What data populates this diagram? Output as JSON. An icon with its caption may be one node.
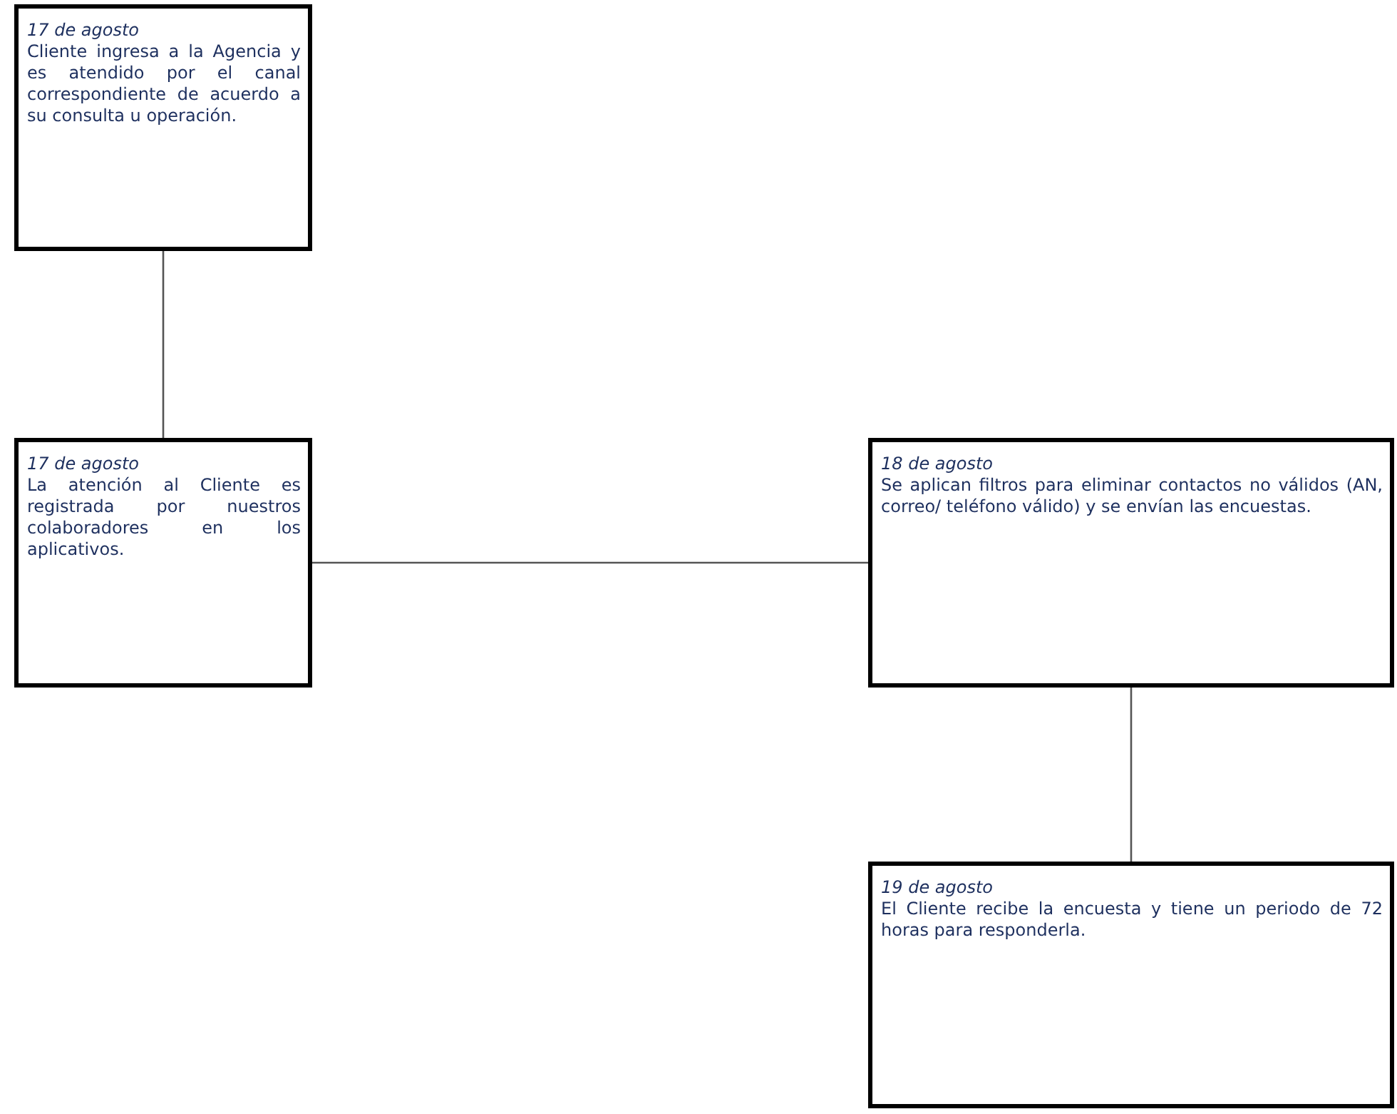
{
  "diagram": {
    "nodes": [
      {
        "text": [
          "17 de agosto",
          "Cliente ingresa a la Agencia y es atendido por el canal correspondiente de acuerdo a su consulta u operación."
        ]
      },
      {
        "text": [
          "17 de agosto",
          "La atención al Cliente es registrada por nuestros colaboradores en los aplicativos."
        ]
      },
      {
        "text": [
          "18 de agosto",
          "Se aplican filtros para eliminar contactos no válidos (AN, correo/ teléfono válido) y se envían las encuestas."
        ]
      },
      {
        "text": [
          "19 de agosto",
          "El Cliente recibe la encuesta y tiene un periodo de 72 horas para responderla."
        ]
      }
    ],
    "edges": [
      {
        "from": 0,
        "to": 1,
        "arrow": "none"
      },
      {
        "from": 1,
        "to": 2,
        "arrow": "none"
      },
      {
        "from": 2,
        "to": 3,
        "arrow": "none"
      }
    ]
  }
}
